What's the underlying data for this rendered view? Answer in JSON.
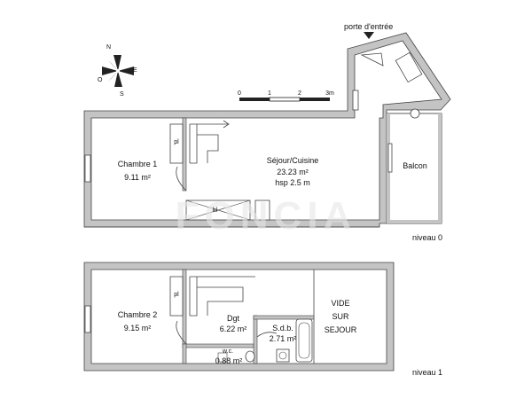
{
  "compass": {
    "n": "N",
    "e": "E",
    "s": "S",
    "o": "O"
  },
  "scale": {
    "t0": "0",
    "t1": "1",
    "t2": "2",
    "t3": "3m"
  },
  "entrance": {
    "label": "porte d'entrée"
  },
  "level0": {
    "label": "niveau 0",
    "rooms": {
      "chambre1": {
        "name": "Chambre 1",
        "area": "9.11 m²"
      },
      "sejour": {
        "name": "Séjour/Cuisine",
        "area": "23.23 m²",
        "height": "hsp 2.5 m"
      },
      "balcon": {
        "name": "Balcon"
      }
    },
    "pl": "pl",
    "kl": "kl"
  },
  "level1": {
    "label": "niveau 1",
    "rooms": {
      "chambre2": {
        "name": "Chambre 2",
        "area": "9.15 m²"
      },
      "dgt": {
        "name": "Dgt",
        "area": "6.22 m²"
      },
      "sdb": {
        "name": "S.d.b.",
        "area": "2.71 m²"
      },
      "wc": {
        "name": "w.c.",
        "area": "0.88 m²"
      },
      "vide": {
        "line1": "VIDE",
        "line2": "SUR",
        "line3": "SEJOUR"
      }
    },
    "pl": "pl"
  },
  "watermark": "FONCIA",
  "colors": {
    "wall": "#bdbdbd",
    "line": "#222222"
  }
}
